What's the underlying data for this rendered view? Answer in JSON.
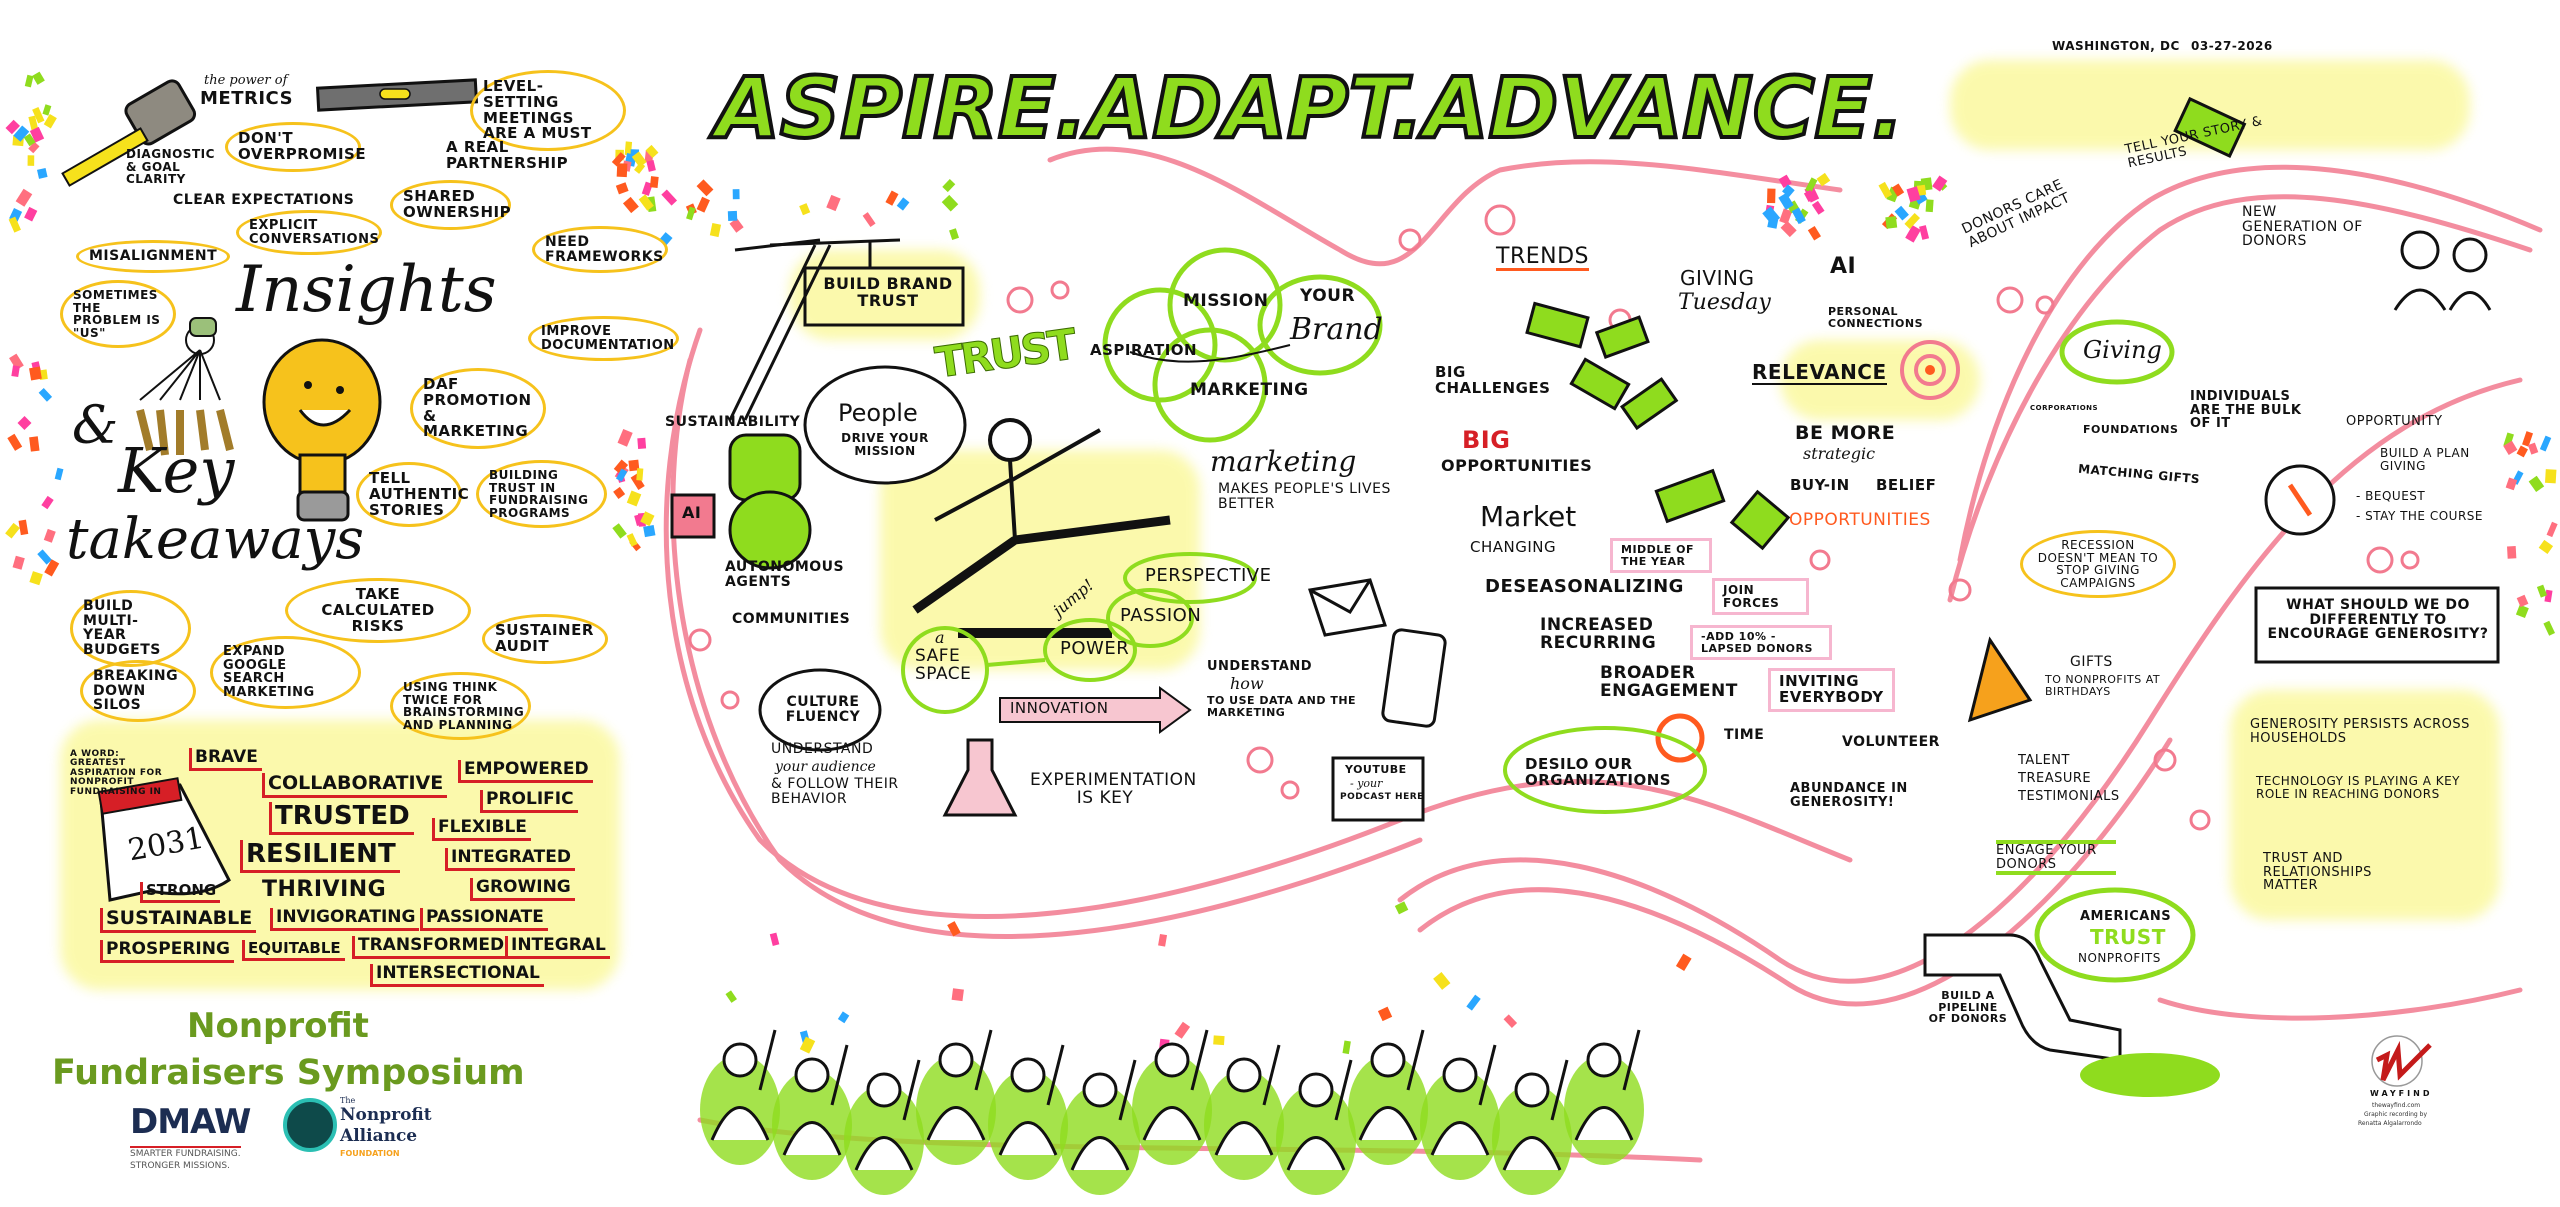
{
  "header": {
    "title": "ASPIRE.ADAPT.ADVANCE.",
    "location": "WASHINGTON, DC",
    "date": "03-27-2026"
  },
  "left_panel": {
    "metrics_caption": "the power of",
    "metrics": "METRICS",
    "level_setting": "LEVEL-SETTING MEETINGS ARE A MUST",
    "dont_overpromise": "DON'T OVERPROMISE",
    "diagnostic": "DIAGNOSTIC & GOAL CLARITY",
    "real_partnership": "A REAL PARTNERSHIP",
    "clear_expectations": "CLEAR EXPECTATIONS",
    "explicit_conversations": "EXPLICIT CONVERSATIONS",
    "shared_ownership": "SHARED OWNERSHIP",
    "misalignment": "MISALIGNMENT",
    "need_frameworks": "NEED FRAMEWORKS",
    "sometimes_us": "SOMETIMES the PROBLEM IS \"US\"",
    "insights": "Insights",
    "amp": "&",
    "key": "Key",
    "takeaways": "takeaways",
    "improve_documentation": "IMPROVE DOCUMENTATION",
    "daf": "DAF PROMOTION & MARKETING",
    "tell_authentic": "TELL AUTHENTIC Stories",
    "building_trust": "BUILDING TRUST IN FUNDRAISING PROGRAMS",
    "take_risks": "TAKE CALCULATED RISKS",
    "build_budgets": "BUILD MULTI-YEAR BUDGETS",
    "expand_google": "EXPAND GOOGLE SEARCH MARKETING",
    "sustainer_audit": "SUSTAINER AUDIT",
    "breaking_silos": "BREAKING DOWN SILOS",
    "think_twice": "USING THINK TWICE for BRAINSTORMING AND PLANNING"
  },
  "aspiration": {
    "caption": "a WORD: GREATEST ASPIRATION for NONPROFIT FUNDRAISING IN",
    "year": "2031",
    "words": [
      "BRAVE",
      "COLLABORATIVE",
      "EMPOWERED",
      "TRUSTED",
      "PROLIFIC",
      "FLEXIBLE",
      "RESILIENT",
      "INTEGRATED",
      "THRIVING",
      "GROWING",
      "SUSTAINABLE",
      "STRONG",
      "PASSIONATE",
      "INVIGORATING",
      "TRANSFORMED",
      "INTEGRAL",
      "PROSPERING",
      "EQUITABLE",
      "INTERSECTIONAL"
    ]
  },
  "logos": {
    "event_line1": "Nonprofit",
    "event_line2": "Fundraisers Symposium",
    "dmaw": "DMAW",
    "dmaw_tagline1": "SMARTER FUNDRAISING.",
    "dmaw_tagline2": "STRONGER MISSIONS.",
    "npa_the": "The",
    "npa_name1": "Nonprofit",
    "npa_name2": "Alliance",
    "npa_foundation": "FOUNDATION",
    "wayfind": "WAYFIND",
    "wayfind_site": "thewayfind.com",
    "wayfind_credit1": "Graphic recording by",
    "wayfind_credit2": "Renatta Algalarrondo"
  },
  "center": {
    "build_brand_trust": "BUILD BRAND TRUST",
    "trust": "TRUST",
    "mission": "MISSION",
    "aspiration": "ASPIRATION",
    "marketing": "MARKETING",
    "your": "YOUR",
    "brand": "Brand",
    "sustainability": "SUSTAINABILITY",
    "people": "People",
    "people_sub": "DRIVE YOUR MISSION",
    "ai": "AI",
    "autonomous_agents": "AUTONOMOUS AGENTS",
    "marketing_script": "marketing",
    "marketing_sub": "MAKES PEOPLE'S LIVES BETTER",
    "communities": "COMMUNITIES",
    "culture_fluency": "CULTURE FLUENCY",
    "jump": "jump!",
    "perspective": "PERSPECTIVE",
    "passion": "PASSION",
    "safe_space_a": "a",
    "safe_space": "SAFE SPACE",
    "power": "POWER",
    "innovation": "INNOVATION",
    "understand_how_1": "UNDERSTAND",
    "understand_how_2": "how",
    "understand_how_3": "TO USE DATA AND THE MARKETING",
    "understand_audience_1": "UNDERSTAND",
    "understand_audience_2": "your audience",
    "understand_audience_3": "& FOLLOW THEIR BEHAVIOR",
    "experimentation": "EXPERIMENTATION IS KEY",
    "youtube_1": "YOUTUBE",
    "youtube_2": "- your",
    "youtube_3": "PODCAST HERE"
  },
  "trends": {
    "trends": "TRENDS",
    "giving": "GIVING",
    "tuesday": "Tuesday",
    "ai": "AI",
    "personal_connections": "PERSONAL CONNECTIONS",
    "relevance": "RELEVANCE",
    "big_challenges": "BIG CHALLENGES",
    "big": "BIG",
    "opportunities": "OPPORTUNITIES",
    "market": "Market",
    "changing": "CHANGING",
    "be_more": "BE MORE",
    "strategic": "strategic",
    "buy_in": "BUY-IN",
    "belief": "BELIEF",
    "opportunities_orange": "OPPORTUNITIES",
    "middle_year": "MIDDLE of the YEAR",
    "deseasonalizing": "DESEASONALIZING",
    "join_forces": "JOIN FORCES",
    "increased_recurring": "INCREASED RECURRING",
    "add_lapsed": "-ADD 10% -LAPSED DONORS",
    "broader_engagement": "BROADER ENGAGEMENT",
    "inviting_everybody": "INVITING EVERYBODY",
    "time": "TIME",
    "volunteer": "VOLUNTEER",
    "abundance": "ABUNDANCE in GENEROSITY!",
    "desilo": "DESILO OUR ORGANIZATIONS"
  },
  "right_panel": {
    "donors_care": "DONORS CARE ABOUT IMPACT",
    "tell_story": "TELL YOUR STORY & RESULTS",
    "new_generation": "NEW GENERATION of DONORS",
    "giving": "Giving",
    "corporations": "CORPORATIONS",
    "foundations": "FOUNDATIONS",
    "individuals": "INDIVIDUALS ARE THE BULK of IT",
    "matching_gifts": "MATCHING GIFTS",
    "opportunity": "OPPORTUNITY",
    "plan_giving": "BUILD A PLAN GIVING",
    "bequest": "- BEQUEST",
    "stay_course": "- STAY the COURSE",
    "recession": "RECESSION DOESN'T MEAN to STOP GIVING CAMPAIGNS",
    "gifts_birthdays_1": "GIFTS",
    "gifts_birthdays_2": "To NONPROFITS AT BIRTHDAYS",
    "what_should": "WHAT SHOULD WE DO DIFFERENTLY to ENCOURAGE GENEROSITY?",
    "takeaways": [
      "GENEROSITY PERSISTS ACROSS HOUSEHOLDS",
      "TECHNOLOGY IS PLAYING a KEY ROLE IN REACHING DONORS",
      "TRUST and RELATIONSHIPS MATTER"
    ],
    "talent": "TALENT",
    "treasure": "TREASURE",
    "testimonials": "TESTIMONIALS",
    "engage_donors": "ENGAGE YOUR DONORS",
    "americans": "AMERICANS",
    "trust": "TRUST",
    "nonprofits": "NONPROFITS",
    "pipeline": "BUILD A PIPELINE of DONORS"
  },
  "colors": {
    "green": "#8fdc1e",
    "yellow": "#f6c21c",
    "pink": "#f27a8f",
    "red": "#d61f26",
    "orange": "#ff5a1f",
    "brand_green": "#6a9a1f",
    "navy": "#1c2d52",
    "teal": "#2bbfb3"
  }
}
